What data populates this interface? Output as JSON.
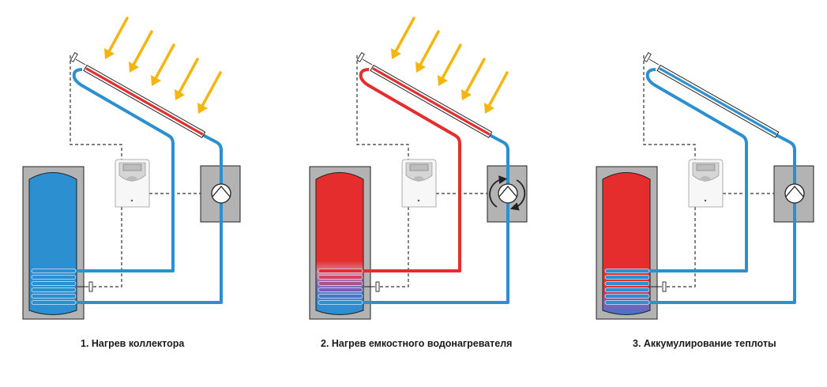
{
  "title": "Solar water heating system operating stages",
  "colors": {
    "hot": "#e52d2d",
    "cold": "#2b8fd0",
    "sun_arrow": "#f6b40e",
    "housing": "#b3b3b3",
    "outline": "#222222",
    "background": "#ffffff"
  },
  "panels": [
    {
      "id": "stage-1",
      "caption": "1. Нагрев коллектора",
      "sun": true,
      "collector_fluid": "hot",
      "collector_return_pipe": "cold",
      "supply_pipe": "cold",
      "return_pipe": "cold",
      "tank_fill": "cold",
      "coil_state": "cold",
      "pump_running": false
    },
    {
      "id": "stage-2",
      "caption": "2. Нагрев емкостного водонагревателя",
      "sun": true,
      "collector_fluid": "hot",
      "collector_return_pipe": "hot",
      "supply_pipe": "hot",
      "return_pipe": "cold",
      "tank_fill": "hot-top-cold-bottom",
      "coil_state": "gradient-hot-to-cold",
      "pump_running": true
    },
    {
      "id": "stage-3",
      "caption": "3. Аккумулирование теплоты",
      "sun": false,
      "collector_fluid": "cold",
      "collector_return_pipe": "cold",
      "supply_pipe": "cold",
      "return_pipe": "cold",
      "tank_fill": "hot-with-cool-bottom",
      "coil_state": "cold",
      "pump_running": false
    }
  ],
  "components": [
    "solar-collector",
    "collector-temperature-sensor",
    "controller",
    "circulation-pump",
    "storage-tank",
    "heat-exchanger-coil",
    "tank-temperature-sensor",
    "sun-rays"
  ]
}
